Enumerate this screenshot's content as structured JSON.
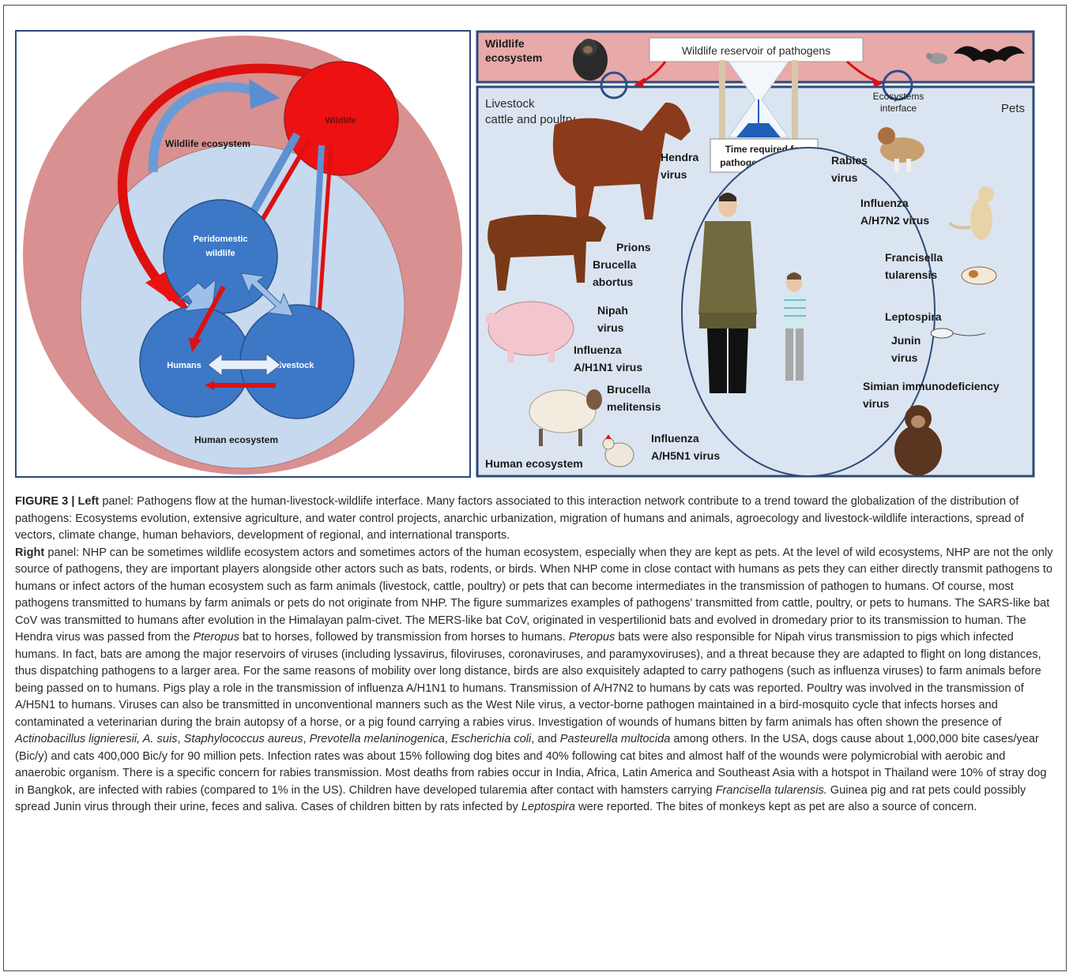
{
  "left_panel": {
    "wildlife": "Wildlife",
    "wildlife_ecosystem": "Wildlife ecosystem",
    "peridomestic_line1": "Peridomestic",
    "peridomestic_line2": "wildlife",
    "humans": "Humans",
    "livestock": "Livestock",
    "human_ecosystem": "Human ecosystem"
  },
  "right_panel": {
    "wildlife_ecosystem_line1": "Wildlife",
    "wildlife_ecosystem_line2": "ecosystem",
    "wildlife_reservoir": "Wildlife reservoir of pathogens",
    "ecosystems_interface_line1": "Ecosystems",
    "ecosystems_interface_line2": "interface",
    "livestock_line1": "Livestock",
    "livestock_line2": "cattle and poultry",
    "pets": "Pets",
    "time_line1": "Time required for",
    "time_line2": "pathogens' transfer",
    "hendra_line1": "Hendra",
    "hendra_line2": "virus",
    "rabies_line1": "Rabies",
    "rabies_line2": "virus",
    "influenza_h7n2_line1": "Influenza",
    "influenza_h7n2_line2": "A/H7N2 virus",
    "prions": "Prions",
    "brucella_abortus_line1": "Brucella",
    "brucella_abortus_line2": "abortus",
    "francisella_line1": "Francisella",
    "francisella_line2": "tularensis",
    "nipah_line1": "Nipah",
    "nipah_line2": "virus",
    "leptospira": "Leptospira",
    "influenza_h1n1_line1": "Influenza",
    "influenza_h1n1_line2": "A/H1N1 virus",
    "junin_line1": "Junin",
    "junin_line2": "virus",
    "brucella_melitensis_line1": "Brucella",
    "brucella_melitensis_line2": "melitensis",
    "siv_line1": "Simian immunodeficiency",
    "siv_line2": "virus",
    "influenza_h5n1_line1": "Influenza",
    "influenza_h5n1_line2": "A/H5N1 virus",
    "human_ecosystem": "Human ecosystem"
  },
  "caption": {
    "figure_label": "FIGURE 3 | ",
    "left_word": "Left",
    "left_text": " panel: Pathogens flow at the human-livestock-wildlife interface. Many factors associated to this interaction network contribute to a trend toward the globalization of the distribution of pathogens: Ecosystems evolution, extensive agriculture, and water control projects, anarchic urbanization, migration of humans and animals, agroecology and livestock-wildlife interactions, spread of vectors, climate change, human behaviors, development of regional, and international transports.",
    "right_word": "Right",
    "right_text": " panel: NHP can be sometimes wildlife ecosystem actors and sometimes actors of the human ecosystem, especially when they are kept as pets. At the level of wild ecosystems, NHP are not the only source of pathogens, they are important players alongside other actors such as bats, rodents, or birds. When NHP come in close contact with humans as pets they can either directly transmit pathogens to humans or infect actors of the human ecosystem such as farm animals (livestock, cattle, poultry) or pets that can become intermediates in the transmission of pathogen to humans. Of course, most pathogens transmitted to humans by farm animals or pets do not originate from NHP. The figure summarizes examples of pathogens' transmitted from cattle, poultry, or pets to humans. The SARS-like bat CoV was transmitted to humans after evolution in the Himalayan palm-civet. The MERS-like bat CoV, originated in vespertilionid bats and evolved in dromedary prior to its transmission to human. The Hendra virus was passed from the ",
    "pteropus1": "Pteropus",
    "t1": " bat to horses, followed by transmission from horses to humans. ",
    "pteropus2": "Pteropus",
    "t2": " bats were also responsible for Nipah virus transmission to pigs which infected humans. In fact, bats are among the major reservoirs of viruses (including lyssavirus, filoviruses, coronaviruses, and paramyxoviruses), and a threat because they are adapted to flight on long distances, thus dispatching pathogens to a larger area. For the same reasons of mobility over long distance, birds are also exquisitely adapted to carry pathogens (such as influenza viruses) to farm animals before being passed on to humans. Pigs play a role in the transmission of influenza A/H1N1 to humans. Transmission of A/H7N2 to humans by cats was reported. Poultry was involved in the transmission of A/H5N1 to humans. Viruses can also be transmitted in unconventional manners such as the West Nile virus, a vector-borne pathogen maintained in a bird-mosquito cycle that infects horses and contaminated a veterinarian during the brain autopsy of a horse, or a pig found carrying a rabies virus. Investigation of wounds of humans bitten by farm animals has often shown the presence of ",
    "actinobacillus": "Actinobacillus lignieresii, A. suis",
    "t3": ", ",
    "staph": "Staphylococcus aureus",
    "t4": ", ",
    "prevotella": "Prevotella melaninogenica",
    "t5": ", ",
    "ecoli": "Escherichia coli",
    "t6": ", and ",
    "pasteurella": "Pasteurella multocida",
    "t7": " among others. In the USA, dogs cause about 1,000,000 bite cases/year (Bic/y) and cats 400,000 Bic/y for 90 million pets. Infection rates was about 15% following dog bites and 40% following cat bites and almost half of the wounds were polymicrobial with aerobic and anaerobic organism. There is a specific concern for rabies transmission. Most deaths from rabies occur in India, Africa, Latin America and Southeast Asia with a hotspot in Thailand were 10% of stray dog in Bangkok, are infected with rabies (compared to 1% in the US). Children have developed tularemia after contact with hamsters carrying ",
    "francisella": "Francisella tularensis.",
    "t8": " Guinea pig and rat pets could possibly spread Junin virus through their urine, feces and saliva. Cases of children bitten by rats infected by ",
    "leptospira": "Leptospira",
    "t9": " were reported. The bites of monkeys kept as pet are also a source of concern."
  },
  "colors": {
    "outer_ring": "#d99090",
    "inner_ecosystem": "#c6d9ef",
    "node_blue": "#3d78c6",
    "wildlife_red": "#ee1111",
    "right_bg": "#dbe5f1",
    "right_top_bg": "#e8a9a9",
    "panel_border": "#2e4a7a"
  }
}
